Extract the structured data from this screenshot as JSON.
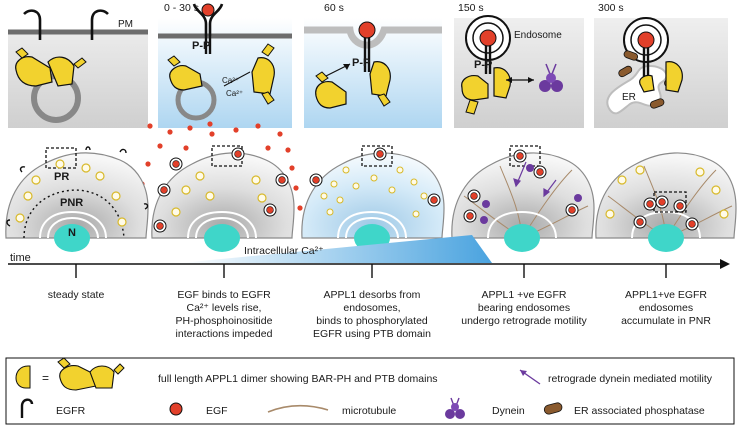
{
  "panels": {
    "p1": {
      "time": "",
      "label": "PM"
    },
    "p2": {
      "time": "0 - 30 s",
      "phospho": "P-P",
      "ca1": "Ca²⁺",
      "ca2": "Ca²⁺"
    },
    "p3": {
      "time": "60 s",
      "phospho": "P-P"
    },
    "p4": {
      "time": "150 s",
      "label": "Endosome",
      "phospho": "P-P"
    },
    "p5": {
      "time": "300 s",
      "label": "ER"
    }
  },
  "cells": {
    "c1": {
      "pr": "PR",
      "pnr": "PNR",
      "n": "N"
    },
    "c2": {
      "n": ""
    },
    "c3": {
      "n": ""
    },
    "c4": {
      "n": ""
    },
    "c5": {
      "n": ""
    }
  },
  "timeline": {
    "axis_label": "time",
    "gradient_label": "Intracellular Ca²⁺",
    "steps": [
      [
        "steady state"
      ],
      [
        "EGF binds to EGFR",
        "Ca²⁺ levels rise,",
        "PH-phosphoinositide",
        "interactions impeded"
      ],
      [
        "APPL1 desorbs from",
        "endosomes,",
        "binds to phosphorylated",
        "EGFR using PTB domain"
      ],
      [
        "APPL1 +ve EGFR",
        "bearing endosomes",
        "undergo retrograde motility"
      ],
      [
        "APPL1+ve EGFR",
        "endosomes",
        "accumulate in PNR"
      ]
    ]
  },
  "legend": {
    "equals": "=",
    "appl1": "full length APPL1 dimer showing BAR-PH and PTB domains",
    "retro": "retrograde dynein mediated motility",
    "egfr": "EGFR",
    "egf": "EGF",
    "mt": "microtubule",
    "dynein": "Dynein",
    "er": "ER associated phosphatase"
  },
  "colors": {
    "appl1": "#f2d22e",
    "egf": "#e2402a",
    "dynein": "#6b3a9e",
    "phosphatase": "#8a5a2e",
    "nucleus": "#3fd6c9",
    "cytosol_blue": "#c9e3f6",
    "membrane_grey": "#b9b9b9"
  }
}
